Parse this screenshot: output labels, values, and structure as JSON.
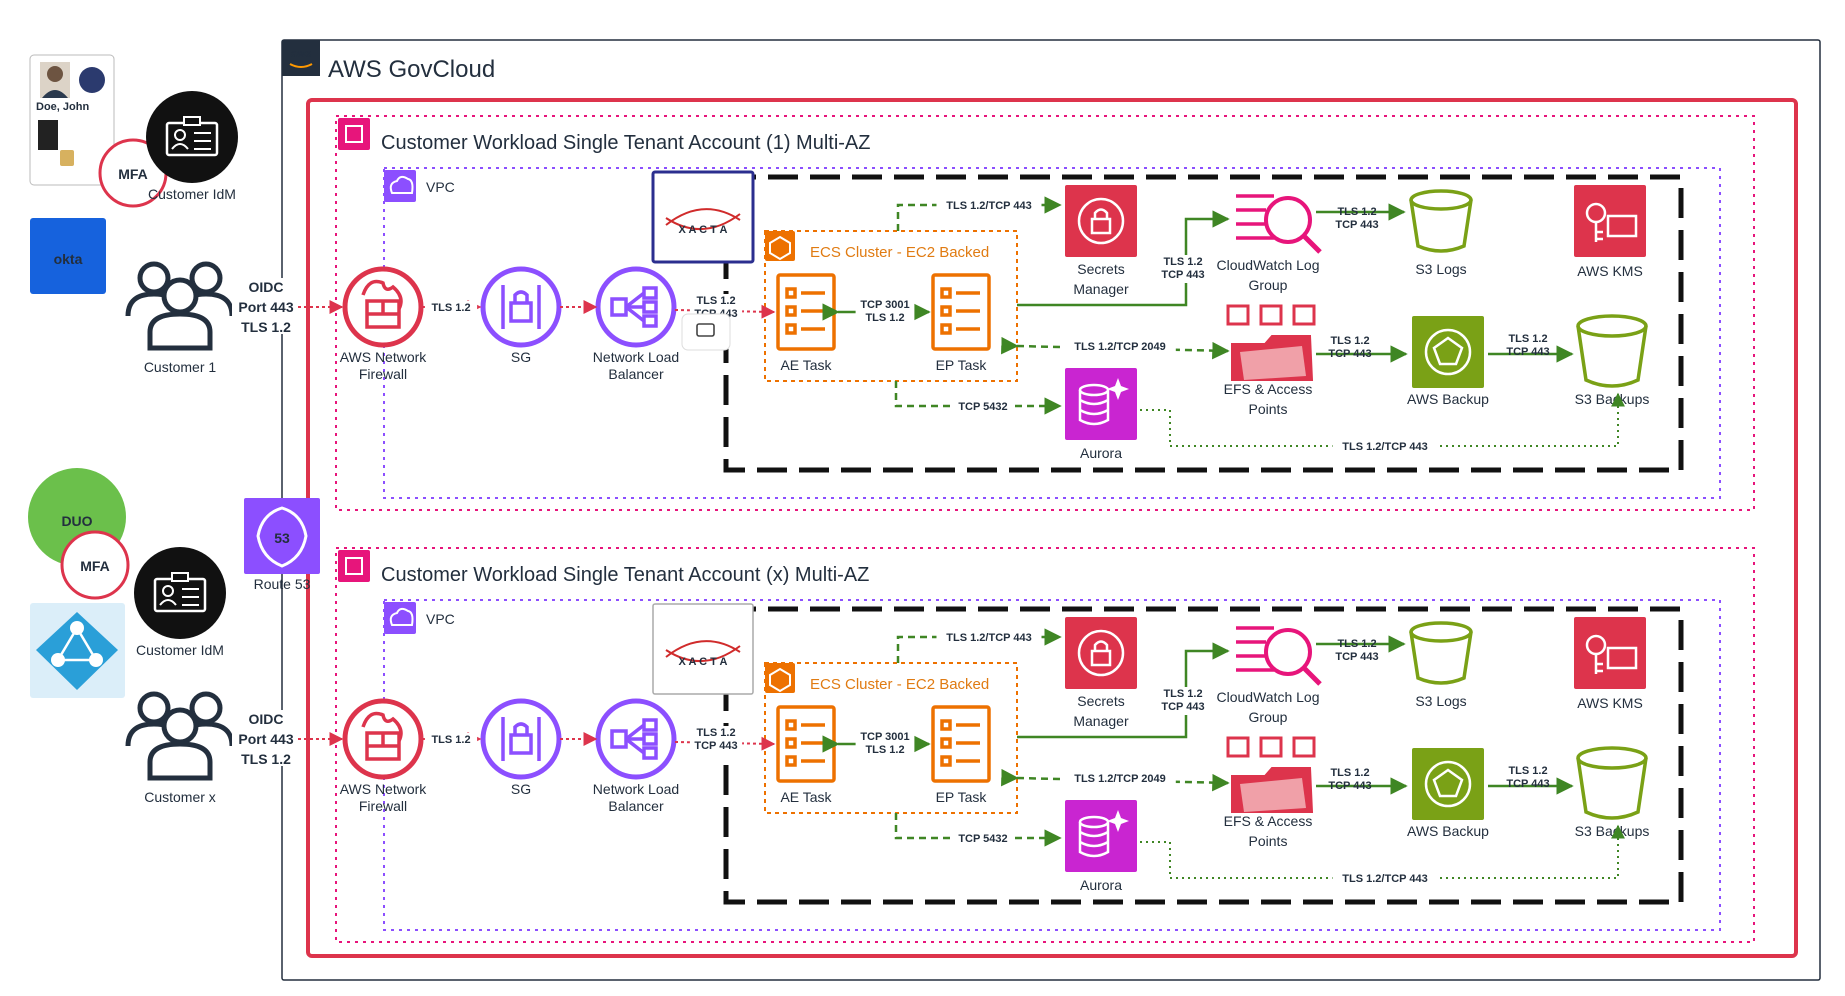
{
  "header": {
    "cloud_title": "AWS GovCloud",
    "aws_badge": "aws"
  },
  "identity": {
    "badge_name": "Doe, John",
    "mfa_label": "MFA",
    "okta_label": "okta",
    "duo_label": "DUO",
    "idm_label": "Customer IdM",
    "customer_1": "Customer 1",
    "customer_x": "Customer x",
    "oidc_lines": [
      "OIDC",
      "Port 443",
      "TLS 1.2"
    ],
    "route53_label": "Route 53",
    "route53_badge": "53"
  },
  "accounts": [
    {
      "title": "Customer Workload Single Tenant Account (1) Multi-AZ",
      "vpc": "VPC",
      "xacta": "X A C T A",
      "ecs_title": "ECS Cluster - EC2 Backed",
      "nodes": {
        "firewall": [
          "AWS Network",
          "Firewall"
        ],
        "sg": [
          "SG"
        ],
        "nlb": [
          "Network Load",
          "Balancer"
        ],
        "ae_task": [
          "AE Task"
        ],
        "ep_task": [
          "EP Task"
        ],
        "secrets": [
          "Secrets",
          "Manager"
        ],
        "cloudwatch": [
          "CloudWatch Log",
          "Group"
        ],
        "s3logs": [
          "S3 Logs"
        ],
        "kms": [
          "AWS KMS"
        ],
        "efs": [
          "EFS & Access",
          "Points"
        ],
        "backup": [
          "AWS Backup"
        ],
        "s3backups": [
          "S3 Backups"
        ],
        "aurora": [
          "Aurora"
        ]
      },
      "edges": {
        "fw_sg": "TLS 1.2",
        "nlb_ae": [
          "TLS 1.2",
          "TCP 443"
        ],
        "ae_ep": [
          "TCP 3001",
          "TLS 1.2"
        ],
        "to_secrets": "TLS 1.2/TCP 443",
        "sec_cw": [
          "TLS 1.2",
          "TCP 443"
        ],
        "cw_s3": [
          "TLS 1.2",
          "TCP 443"
        ],
        "ep_efs": "TLS 1.2/TCP 2049",
        "efs_backup": [
          "TLS 1.2",
          "TCP 443"
        ],
        "backup_s3": [
          "TLS 1.2",
          "TCP 443"
        ],
        "to_aurora": "TCP 5432",
        "aurora_s3": "TLS 1.2/TCP 443"
      }
    },
    {
      "title": "Customer Workload Single Tenant Account (x) Multi-AZ",
      "vpc": "VPC",
      "xacta": "X A C T A",
      "ecs_title": "ECS Cluster - EC2 Backed",
      "nodes": {
        "firewall": [
          "AWS Network",
          "Firewall"
        ],
        "sg": [
          "SG"
        ],
        "nlb": [
          "Network Load",
          "Balancer"
        ],
        "ae_task": [
          "AE Task"
        ],
        "ep_task": [
          "EP Task"
        ],
        "secrets": [
          "Secrets",
          "Manager"
        ],
        "cloudwatch": [
          "CloudWatch Log",
          "Group"
        ],
        "s3logs": [
          "S3 Logs"
        ],
        "kms": [
          "AWS KMS"
        ],
        "efs": [
          "EFS & Access",
          "Points"
        ],
        "backup": [
          "AWS Backup"
        ],
        "s3backups": [
          "S3 Backups"
        ],
        "aurora": [
          "Aurora"
        ]
      },
      "edges": {
        "fw_sg": "TLS 1.2",
        "nlb_ae": [
          "TLS 1.2",
          "TCP 443"
        ],
        "ae_ep": [
          "TCP 3001",
          "TLS 1.2"
        ],
        "to_secrets": "TLS 1.2/TCP 443",
        "sec_cw": [
          "TLS 1.2",
          "TCP 443"
        ],
        "cw_s3": [
          "TLS 1.2",
          "TCP 443"
        ],
        "ep_efs": "TLS 1.2/TCP 2049",
        "efs_backup": [
          "TLS 1.2",
          "TCP 443"
        ],
        "backup_s3": [
          "TLS 1.2",
          "TCP 443"
        ],
        "to_aurora": "TCP 5432",
        "aurora_s3": "TLS 1.2/TCP 443"
      }
    }
  ],
  "colors": {
    "security": "#dd344c",
    "network": "#8c4fff",
    "compute": "#ed7100",
    "storage": "#7aa116",
    "database": "#c925d1",
    "management": "#e7157b",
    "route53": "#8c4fff",
    "okta": "#1662dd",
    "duo": "#6bc04b",
    "azure": "#2a9fd8"
  }
}
